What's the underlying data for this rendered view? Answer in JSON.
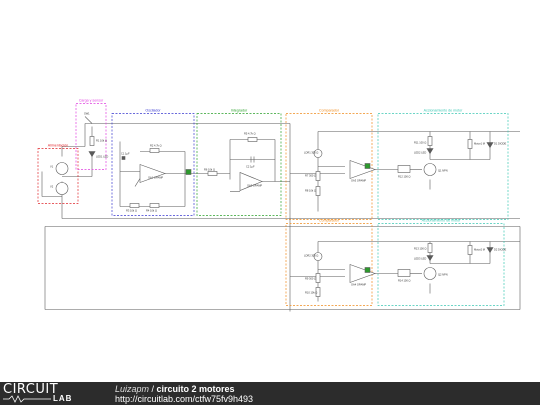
{
  "colors": {
    "wire": "#5a5a5a",
    "fuente": "#e0282e",
    "carga": "#e040e0",
    "oscilador": "#3a3ad0",
    "integrador": "#2aa02a",
    "comparador": "#f08c1e",
    "accionamiento": "#3cc8b4",
    "footer_bg": "#2c2c2c"
  },
  "blocks": {
    "fuente_label": "Alimentación",
    "carga_label": "Carga y sensor",
    "oscilador_label": "Oscilador",
    "integrador_label": "Integrador",
    "comparador1_label": "Comparador",
    "comparador2_label": "Comparador",
    "accionamiento1_label": "Accionamiento de motor",
    "accionamiento2_label": "Accionamiento de motor"
  },
  "components": {
    "sw": "SW1",
    "r_carga": "R1 10k Ω",
    "led_carga": "LED1 LED",
    "v1": "V1",
    "v2": "V2",
    "c_osc": "C1 1µF",
    "r_osc1": "R2 4.7k Ω",
    "oa1": "OA1 OPAMP",
    "r_osc2": "R3 10k Ω",
    "r_osc3": "R4 10k Ω",
    "r_int_fb": "R5 4.7k Ω",
    "c_int": "C2 1µF",
    "r_int_in": "R6 10k Ω",
    "oa2": "OA2 OPAMP",
    "ldr1": "LDR1 300 Ω",
    "r_cmp1": "R7 300 Ω",
    "r_cmp1b": "R8 10k Ω",
    "oa3": "OA3 OPAMP",
    "ldr2": "LDR2 300 Ω",
    "r_cmp2": "R9 300 Ω",
    "r_cmp2b": "R10 10k Ω",
    "oa4": "OA4 OPAMP",
    "led_m1": "LED2 LED",
    "r_m1": "R11 100 Ω",
    "q1": "Q1 NPN",
    "r_b1": "R12 100 Ω",
    "motor1": "Motor1 M",
    "d1": "D1 DIODE",
    "led_m2": "LED3 LED",
    "r_m2": "R13 100 Ω",
    "q2": "Q2 NPN",
    "r_b2": "R14 100 Ω",
    "motor2": "Motor2 M",
    "d2": "D2 DIODE"
  },
  "footer": {
    "logo_top": "CIRCUIT",
    "logo_bottom": "LAB",
    "author": "Luizapm",
    "separator": " / ",
    "title": "circuito 2 motores",
    "url": "http://circuitlab.com/ctfw75fv9h493"
  }
}
